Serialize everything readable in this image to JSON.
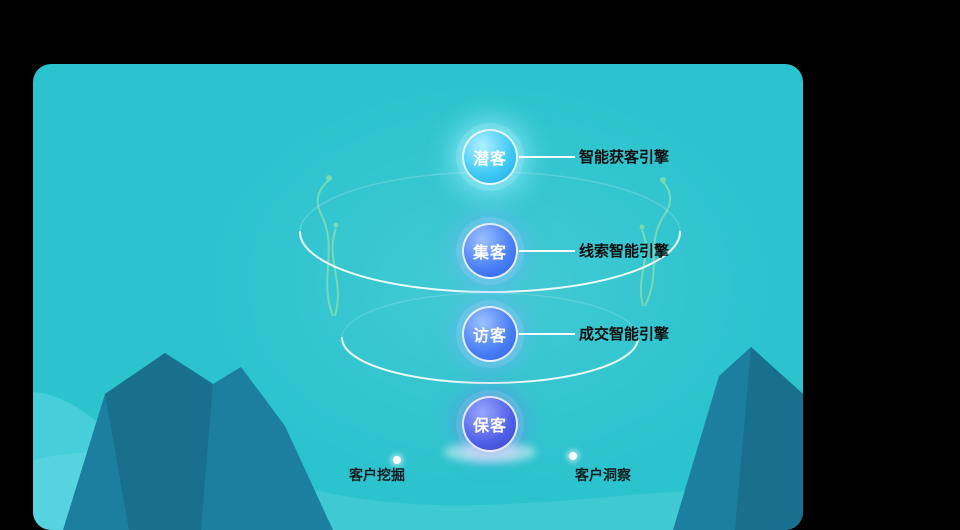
{
  "page": {
    "background": "#000000"
  },
  "panel": {
    "background": "#2ac3ce"
  },
  "stages": [
    {
      "id": "prospect",
      "label": "潜客",
      "engine": "智能获客引擎",
      "theme": "cyan"
    },
    {
      "id": "gather",
      "label": "集客",
      "engine": "线索智能引擎",
      "theme": "blue"
    },
    {
      "id": "visitor",
      "label": "访客",
      "engine": "成交智能引擎",
      "theme": "blue"
    },
    {
      "id": "retain",
      "label": "保客",
      "theme": "indigo"
    }
  ],
  "markers": [
    {
      "label": "客户挖掘"
    },
    {
      "label": "客户洞察"
    }
  ],
  "colors": {
    "panel_teal": "#2ac3ce",
    "stage_cyan": "#35c9f3",
    "stage_blue": "#3d77f2",
    "stage_indigo": "#4653dd",
    "mountain_dark": "#1d7f9f",
    "branch_green": "#cdf08e",
    "ring_white": "#ffffff",
    "label_text": "#0e0e0e"
  }
}
